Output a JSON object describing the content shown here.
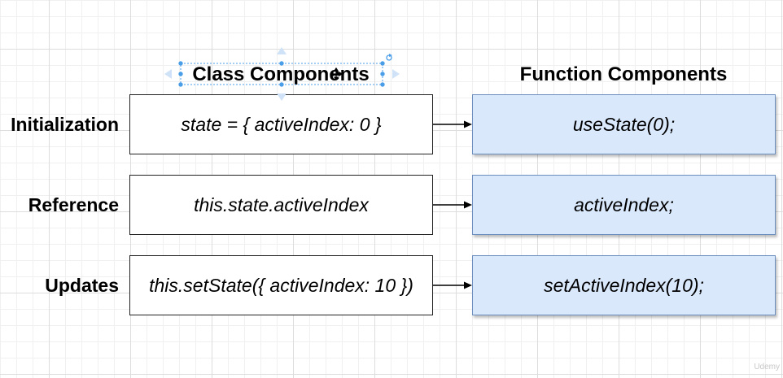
{
  "diagram": {
    "headers": {
      "class_components": "Class Components",
      "function_components": "Function Components"
    },
    "rows": [
      {
        "label": "Initialization",
        "class_code": "state = { activeIndex: 0 }",
        "function_code": "useState(0);"
      },
      {
        "label": "Reference",
        "class_code": "this.state.activeIndex",
        "function_code": "activeIndex;"
      },
      {
        "label": "Updates",
        "class_code": "this.setState({ activeIndex: 10 })",
        "function_code": "setActiveIndex(10);"
      }
    ]
  },
  "colors": {
    "function_fill": "#dae8fc",
    "function_stroke": "#6c8ebf",
    "selection_handle": "#4a9ee8"
  },
  "watermark": "Udemy",
  "icons": [
    "move-arrow-icon",
    "rotate-handle-icon",
    "move-cursor-icon"
  ]
}
